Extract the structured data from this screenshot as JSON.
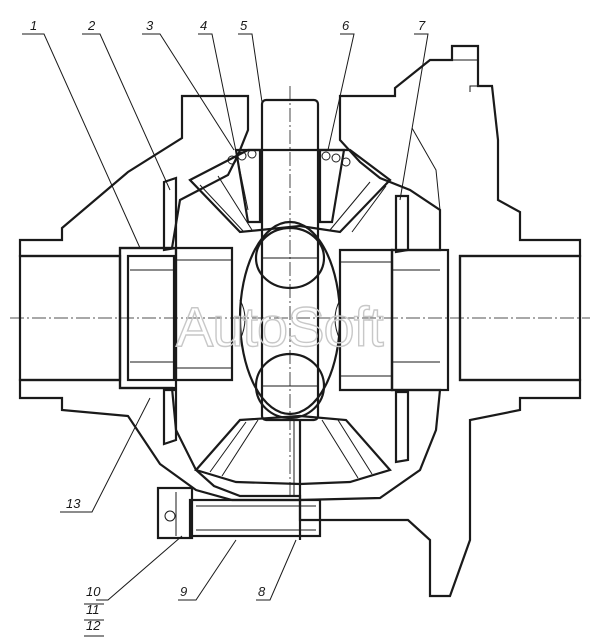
{
  "callouts": {
    "c1": "1",
    "c2": "2",
    "c3": "3",
    "c4": "4",
    "c5": "5",
    "c6": "6",
    "c7": "7",
    "c8": "8",
    "c9": "9",
    "c10": "10",
    "c11": "11",
    "c12": "12",
    "c13": "13"
  },
  "watermark": "AutoSoft",
  "colors": {
    "ink": "#1a1a1a",
    "watermark": "#c8c8c8",
    "background": "#ffffff"
  }
}
